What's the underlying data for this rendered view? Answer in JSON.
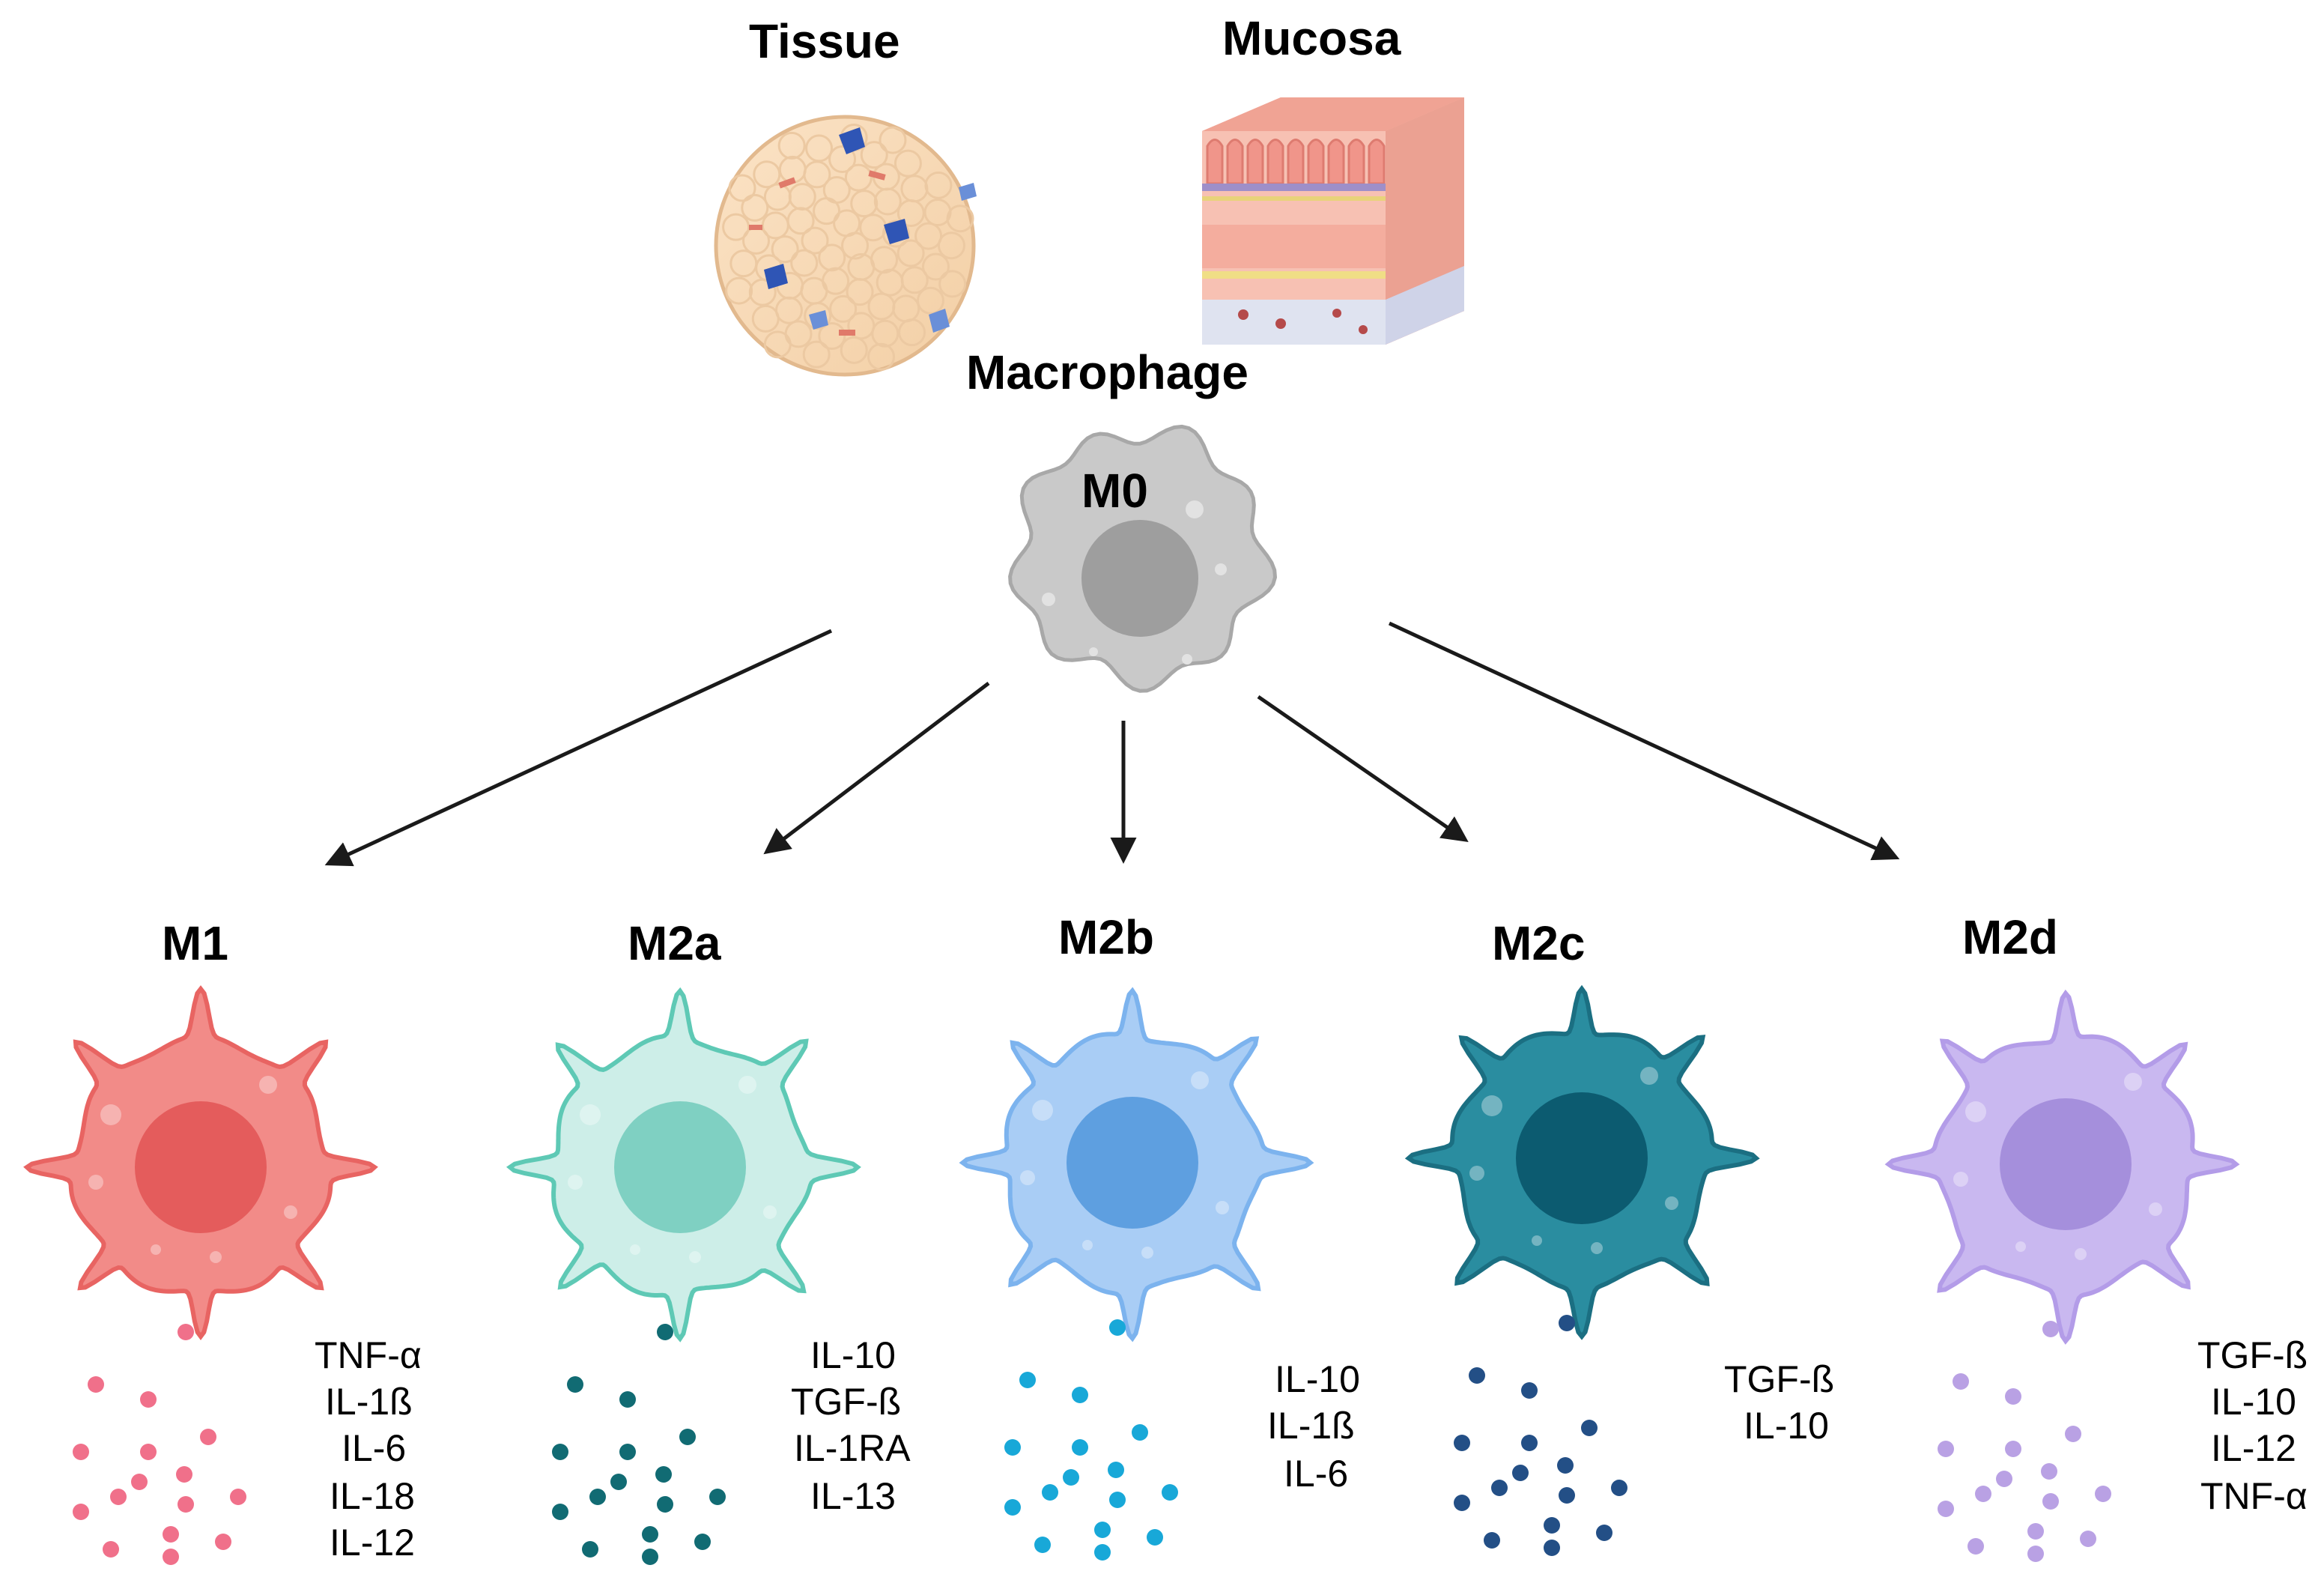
{
  "sources": {
    "tissue": {
      "label": "Tissue"
    },
    "mucosa": {
      "label": "Mucosa"
    }
  },
  "macrophage": {
    "title": "Macrophage",
    "label": "M0",
    "color": "#c9c9c9",
    "nucleus": "#9e9e9e"
  },
  "subtypes": [
    {
      "label": "M1",
      "body": "#f28b88",
      "outline": "#e86462",
      "nucleus": "#e45c5c",
      "dot": "#f0708a",
      "cytokines": [
        "TNF-α",
        "IL-1ß",
        "IL-6",
        "IL-18",
        "IL-12"
      ]
    },
    {
      "label": "M2a",
      "body": "#cdeee8",
      "outline": "#5ec9b5",
      "nucleus": "#7fd0c2",
      "dot": "#116b73",
      "cytokines": [
        "IL-10",
        "TGF-ß",
        "IL-1RA",
        "IL-13"
      ]
    },
    {
      "label": "M2b",
      "body": "#a9cdf5",
      "outline": "#7cb3ee",
      "nucleus": "#5e9fe0",
      "dot": "#18a8d8",
      "cytokines": [
        "IL-10",
        "IL-1ß",
        "IL-6"
      ]
    },
    {
      "label": "M2c",
      "body": "#2a8da0",
      "outline": "#1b6f82",
      "nucleus": "#0c5b70",
      "dot": "#234f86",
      "cytokines": [
        "TGF-ß",
        "IL-10"
      ]
    },
    {
      "label": "M2d",
      "body": "#c9b8f0",
      "outline": "#b39ce8",
      "nucleus": "#a58fdc",
      "dot": "#b9a1e4",
      "cytokines": [
        "TGF-ß",
        "IL-10",
        "IL-12",
        "TNF-α"
      ]
    }
  ]
}
